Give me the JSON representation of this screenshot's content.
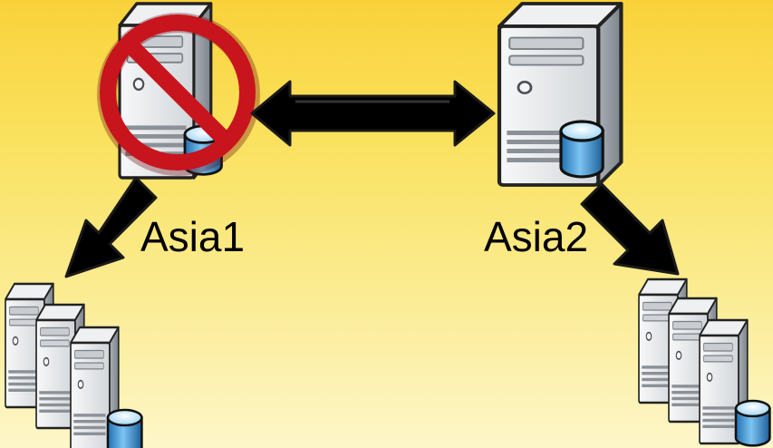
{
  "nodes": [
    {
      "id": "asia1",
      "label": "Asia1",
      "status": "blocked",
      "icon": "server-database-icon"
    },
    {
      "id": "asia2",
      "label": "Asia2",
      "status": "online",
      "icon": "server-database-icon"
    }
  ],
  "clusters": [
    {
      "id": "left-server-cluster",
      "server_count": 3,
      "icon": "server-cluster-icon"
    },
    {
      "id": "right-server-cluster",
      "server_count": 3,
      "icon": "server-cluster-icon"
    }
  ],
  "connections": [
    {
      "from": "asia1",
      "to": "asia2",
      "direction": "bidirectional"
    },
    {
      "from": "asia1",
      "to": "left-server-cluster",
      "direction": "one-way"
    },
    {
      "from": "asia2",
      "to": "right-server-cluster",
      "direction": "one-way"
    }
  ],
  "colors": {
    "background_top": "#f9d23a",
    "background_bottom": "#fdf6c9",
    "prohibition_red": "#c8141c",
    "arrow_fill": "#000000",
    "database_blue": "#4aa3e0",
    "server_body": "#e9ecef"
  }
}
